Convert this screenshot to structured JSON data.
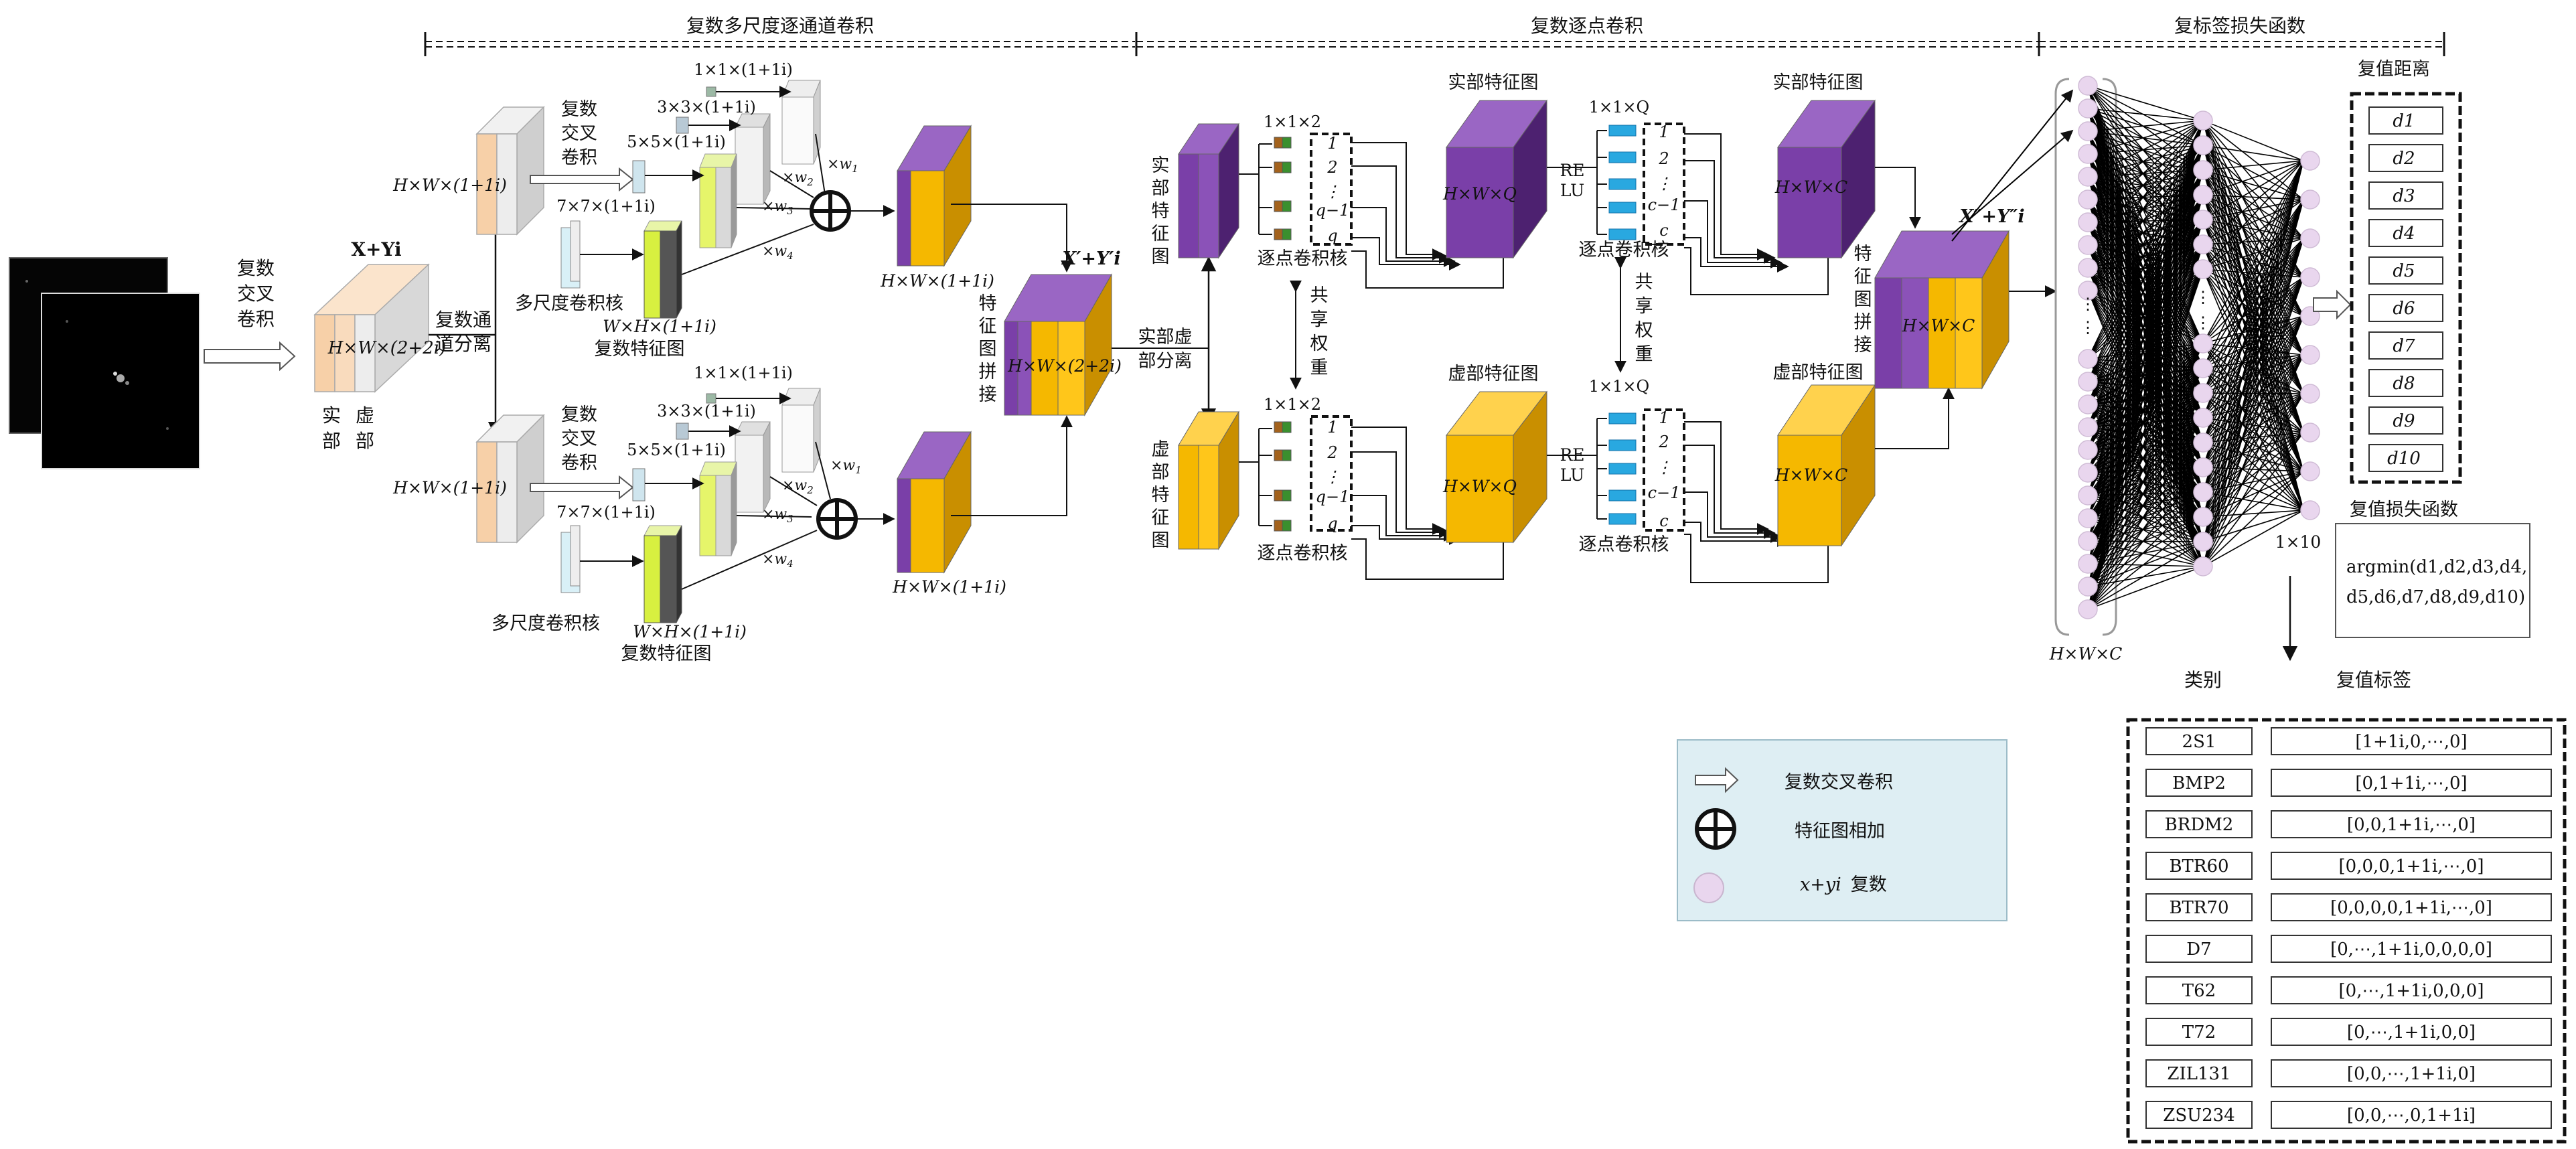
{
  "sections": {
    "s1": "复数多尺度逐通道卷积",
    "s2": "复数逐点卷积",
    "s3": "复标签损失函数"
  },
  "input": {
    "cross_conv_label": [
      "复数",
      "交叉",
      "卷积"
    ],
    "tensor_title": "X+Yi",
    "tensor_dim": "H×W×(2+2i)",
    "real_label": [
      "实",
      "部"
    ],
    "imag_label": [
      "虚",
      "部"
    ],
    "split_label": [
      "复数通",
      "道分离"
    ]
  },
  "msconv": {
    "branch_dim": "H×W×(1+1i)",
    "cross_conv": [
      "复数",
      "交叉",
      "卷积"
    ],
    "k1": "1×1×(1+1i)",
    "k3": "3×3×(1+1i)",
    "k5": "5×5×(1+1i)",
    "k7": "7×7×(1+1i)",
    "w1": "×w",
    "w2": "×w",
    "w3": "×w",
    "w4": "×w",
    "sub1": "1",
    "sub2": "2",
    "sub3": "3",
    "sub4": "4",
    "kernels_label": "多尺度卷积核",
    "feat_dim_top": "W×H×(1+1i)",
    "feat_dim_bot": "W×H×(1+1i)",
    "feat_label": "复数特征图",
    "out_dim_top": "H×W×(1+1i)",
    "out_dim_bot": "H×W×(1+1i)",
    "concat_label": [
      "特",
      "征",
      "图",
      "拼",
      "接"
    ],
    "concat_title": "X′+Y′i",
    "concat_dim": "H×W×(2+2i)"
  },
  "pw": {
    "split_label": [
      "实部虚",
      "部分离"
    ],
    "real_feat": [
      "实",
      "部",
      "特",
      "征",
      "图"
    ],
    "imag_feat": [
      "虚",
      "部",
      "特",
      "征",
      "图"
    ],
    "kernel_dim": "1×1×2",
    "kernel_dim2": "1×1×Q",
    "kernels_label": "逐点卷积核",
    "idx": [
      "1",
      "2",
      "⋮",
      "q−1",
      "q"
    ],
    "idx2": [
      "1",
      "2",
      "⋮",
      "c−1",
      "c"
    ],
    "share": [
      "共",
      "享",
      "权",
      "重"
    ],
    "real_map": "实部特征图",
    "imag_map": "虚部特征图",
    "dim_q": "H×W×Q",
    "dim_c": "H×W×C",
    "relu": [
      "RE",
      "LU"
    ],
    "concat_label": [
      "特",
      "征",
      "图",
      "拼",
      "接"
    ],
    "concat_title": "X″+Y″i",
    "concat_dim": "H×W×C"
  },
  "fc": {
    "input_dim": "H×W×C",
    "out_dim": "1×10",
    "dots": "⋮"
  },
  "dist": {
    "title": "复值距离",
    "items": [
      "d1",
      "d2",
      "d3",
      "d4",
      "d5",
      "d6",
      "d7",
      "d8",
      "d9",
      "d10"
    ]
  },
  "loss": {
    "title": "复值损失函数",
    "line1": "argmin(d1,d2,d3,d4,",
    "line2": "d5,d6,d7,d8,d9,d10)"
  },
  "labels": {
    "col_class": "类别",
    "col_label": "复值标签",
    "rows": [
      {
        "cls": "2S1",
        "val": "[1+1i,0,⋯,0]"
      },
      {
        "cls": "BMP2",
        "val": "[0,1+1i,⋯,0]"
      },
      {
        "cls": "BRDM2",
        "val": "[0,0,1+1i,⋯,0]"
      },
      {
        "cls": "BTR60",
        "val": "[0,0,0,1+1i,⋯,0]"
      },
      {
        "cls": "BTR70",
        "val": "[0,0,0,0,1+1i,⋯,0]"
      },
      {
        "cls": "D7",
        "val": "[0,⋯,1+1i,0,0,0,0]"
      },
      {
        "cls": "T62",
        "val": "[0,⋯,1+1i,0,0,0]"
      },
      {
        "cls": "T72",
        "val": "[0,⋯,1+1i,0,0]"
      },
      {
        "cls": "ZIL131",
        "val": "[0,0,⋯,1+1i,0]"
      },
      {
        "cls": "ZSU234",
        "val": "[0,0,⋯,0,1+1i]"
      }
    ]
  },
  "legend": {
    "arrow": "复数交叉卷积",
    "plus": "特征图相加",
    "circle_pre": "x+yi",
    "circle_post": "复数"
  },
  "colors": {
    "purple": "#7a3fa8",
    "purple_dark": "#4d2170",
    "purple_top": "#9a66c4",
    "orange": "#f5b800",
    "orange_dark": "#c98f00",
    "orange_top": "#ffd24d",
    "peach": "#f7d0a8",
    "node": "#e9d6ee",
    "legend_bg": "#deeef3"
  }
}
